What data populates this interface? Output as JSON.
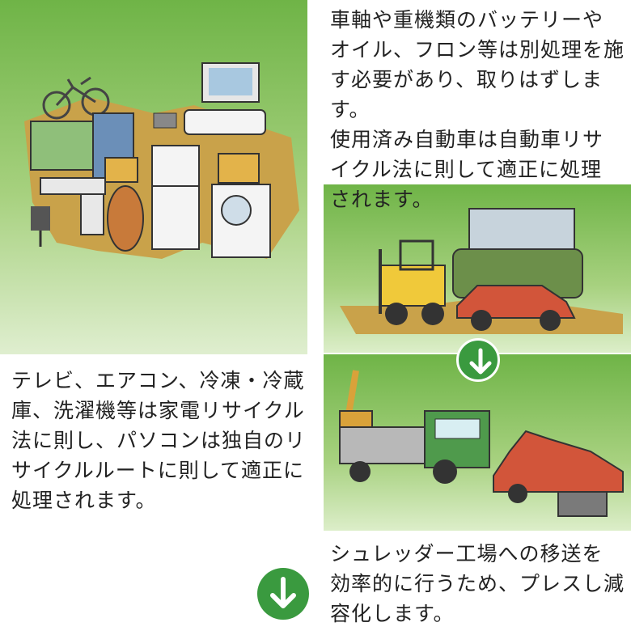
{
  "texts": {
    "top_right": "車軸や重機類のバッテリーや\nオイル、フロン等は別処理を施\nす必要があり、取りはずします。\n使用済み自動車は自動車リサ\nイクル法に則して適正に処理\nされます。",
    "left": "テレビ、エアコン、冷凍・冷蔵\n庫、洗濯機等は家電リサイクル\n法に則し、パソコンは独自のリ\nサイクルルートに則して適正に\n処理されます。",
    "bottom_right": "シュレッダー工場への移送を\n効率的に行うため、プレスし減\n容化します。"
  },
  "icons": {
    "arrow_middle": "arrow-down-icon",
    "arrow_bottom": "arrow-down-icon"
  },
  "colors": {
    "panel_green": "#6fb447",
    "arrow_green": "#3a9a3f",
    "ground_tan": "#c9a24a"
  }
}
